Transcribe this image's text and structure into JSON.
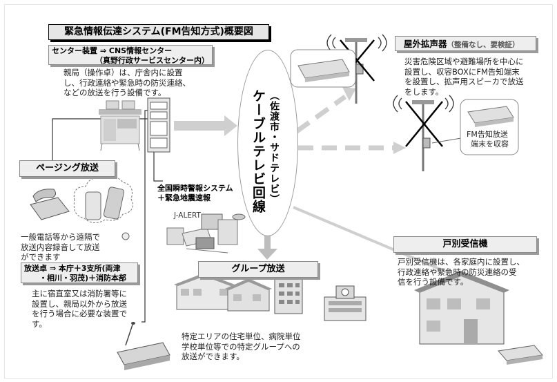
{
  "title": "緊急情報伝達システム(FM告知方式)概要図",
  "center": {
    "header_line1": "センター装置 ⇒ CNS情報センター",
    "header_line2": "（真野行政サービスセンター内）",
    "desc_lines": [
      "親局（操作卓）は、庁舎内に設置",
      "し、行政連絡や緊急時の防災連絡、",
      "などの放送を行う設備です。"
    ]
  },
  "cable": {
    "sub": "（佐渡市・サドテレビ）",
    "main": "ケーブルテレビ回線"
  },
  "outdoor": {
    "header": "屋外拡声器",
    "note": "（整備なし、要検証）",
    "desc_lines": [
      "災害危険区域や避難場所を中心に",
      "設置し、収容BOXにFM告知端末",
      "を設置し、拡声用スピーカで放送",
      "をします。"
    ],
    "callout_lines": [
      "FM告知放送",
      "端末を収容"
    ]
  },
  "paging": {
    "header": "ページング放送",
    "desc_lines": [
      "一般電話等から遠隔で",
      "放送内容録音して放送",
      "ができます"
    ]
  },
  "jalert": {
    "lines": [
      "全国瞬時警報システム",
      "＋緊急地震速報"
    ],
    "label": "J-ALERT"
  },
  "console": {
    "header_lines": [
      "放送卓 ⇒ 本庁＋3支所(両津",
      "・相川・羽茂)＋消防本部"
    ],
    "desc_lines": [
      "主に宿直室又は消防署等に",
      "設置し、親局以外から放送",
      "を行う場合に必要な装置で",
      "す。"
    ]
  },
  "group": {
    "header": "グループ放送",
    "desc_lines": [
      "特定エリアの住宅単位、病院単位",
      "学校単位等での特定グループへの",
      "放送ができます。"
    ]
  },
  "household": {
    "header": "戸別受信機",
    "desc_lines": [
      "戸別受信機は、各家庭内に設置し、",
      "行政連絡や緊急時の防災連絡の受",
      "信を行う設備です。"
    ]
  }
}
